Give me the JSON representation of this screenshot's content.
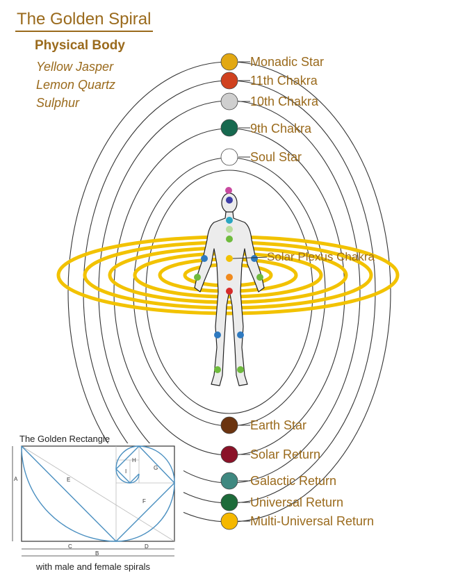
{
  "header": {
    "title": "The Golden Spiral",
    "subtitle": "Physical Body",
    "stones": [
      "Yellow Jasper",
      "Lemon Quartz",
      "Sulphur"
    ]
  },
  "chakras": [
    {
      "label": "Monadic Star",
      "color": "#e2a813"
    },
    {
      "label": "11th Chakra",
      "color": "#d0411f"
    },
    {
      "label": "10th Chakra",
      "color": "#cfcfcf"
    },
    {
      "label": "9th Chakra",
      "color": "#17694f"
    },
    {
      "label": "Soul Star",
      "color": "#ffffff"
    },
    {
      "label": "Solar Plexus Chakra",
      "color": "#f08a1e"
    },
    {
      "label": "Earth Star",
      "color": "#6b3410"
    },
    {
      "label": "Solar Return",
      "color": "#8a1228"
    },
    {
      "label": "Galactic Return",
      "color": "#3f8880"
    },
    {
      "label": "Universal Return",
      "color": "#1d6b3a"
    },
    {
      "label": "Multi-Universal Return",
      "color": "#f5b800"
    }
  ],
  "golden_rectangle": {
    "title": "The Golden Rectangle",
    "caption": "with male and female spirals",
    "letters": [
      "A",
      "B",
      "C",
      "D",
      "E",
      "F",
      "G",
      "H",
      "I"
    ]
  },
  "colors": {
    "text": "#9a6a1c",
    "spiral": "#f2c200",
    "orbit": "#333333",
    "body": "#ececec",
    "rect_line": "#4a8fc0"
  }
}
